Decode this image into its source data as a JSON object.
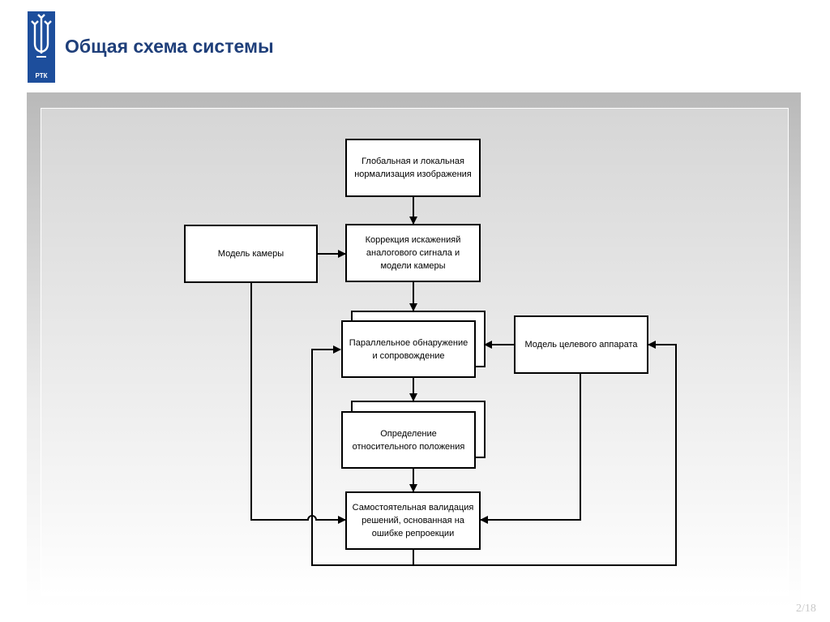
{
  "header": {
    "logo_text": "РТК",
    "title": "Общая схема системы"
  },
  "diagram": {
    "nodes": {
      "normalization": "Глобальная и локальная нормализация изображения",
      "correction": "Коррекция искаженияй аналогового сигнала и модели камеры",
      "camera_model": "Модель камеры",
      "detection": "Параллельное обнаружение и сопровождение",
      "target_model": "Модель целевого аппарата",
      "pose": "Определение относительного положения",
      "validation": "Самостоятельная валидация решений, основанная на ошибке репроекции"
    },
    "colors": {
      "node_border": "#000000",
      "edge": "#000000",
      "title": "#1f3f7a",
      "logo": "#1d4e9c"
    }
  },
  "footer": {
    "page": "2/18"
  }
}
